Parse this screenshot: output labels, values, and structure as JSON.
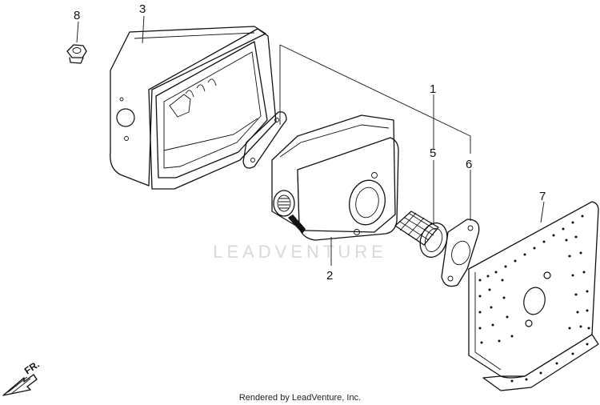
{
  "diagram": {
    "callouts": [
      "1",
      "2",
      "3",
      "5",
      "6",
      "7",
      "8"
    ],
    "watermark": "LEADVENTURE",
    "footer": "Rendered by LeadVenture, Inc.",
    "direction_label": "FR."
  },
  "parts": [
    {
      "callout": "1",
      "icon": "bracket-line"
    },
    {
      "callout": "2",
      "icon": "muffler"
    },
    {
      "callout": "3",
      "icon": "muffler-protector"
    },
    {
      "callout": "5",
      "icon": "spark-arrester-screen"
    },
    {
      "callout": "6",
      "icon": "muffler-gasket"
    },
    {
      "callout": "7",
      "icon": "heat-shield-plate"
    },
    {
      "callout": "8",
      "icon": "flange-nut"
    }
  ]
}
